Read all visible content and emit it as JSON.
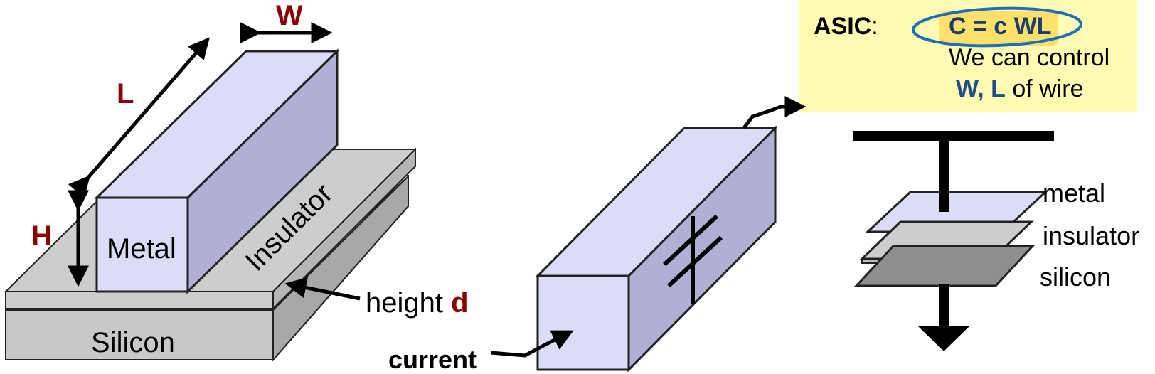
{
  "left_figure": {
    "dim_w": "W",
    "dim_l": "L",
    "dim_h": "H",
    "metal_label": "Metal",
    "insulator_label": "Insulator",
    "silicon_label": "Silicon",
    "height_label": "height",
    "height_var": "d"
  },
  "middle_figure": {
    "current_label": "current"
  },
  "asic_box": {
    "prefix": "ASIC",
    "colon": ":",
    "formula": "C = c WL",
    "line2": "We can control",
    "line3_vars": "W, L",
    "line3_rest": "of wire"
  },
  "right_figure": {
    "metal_label": "metal",
    "insulator_label": "insulator",
    "silicon_label": "silicon"
  },
  "colors": {
    "metal_front": "#dcdcf8",
    "metal_side": "#b0b0d6",
    "insulator": "#c8c8c8",
    "silicon": "#b0b0b0",
    "highlight_box": "#fffbb3",
    "accent_red": "#8b0000",
    "accent_blue": "#1f4e8c"
  }
}
